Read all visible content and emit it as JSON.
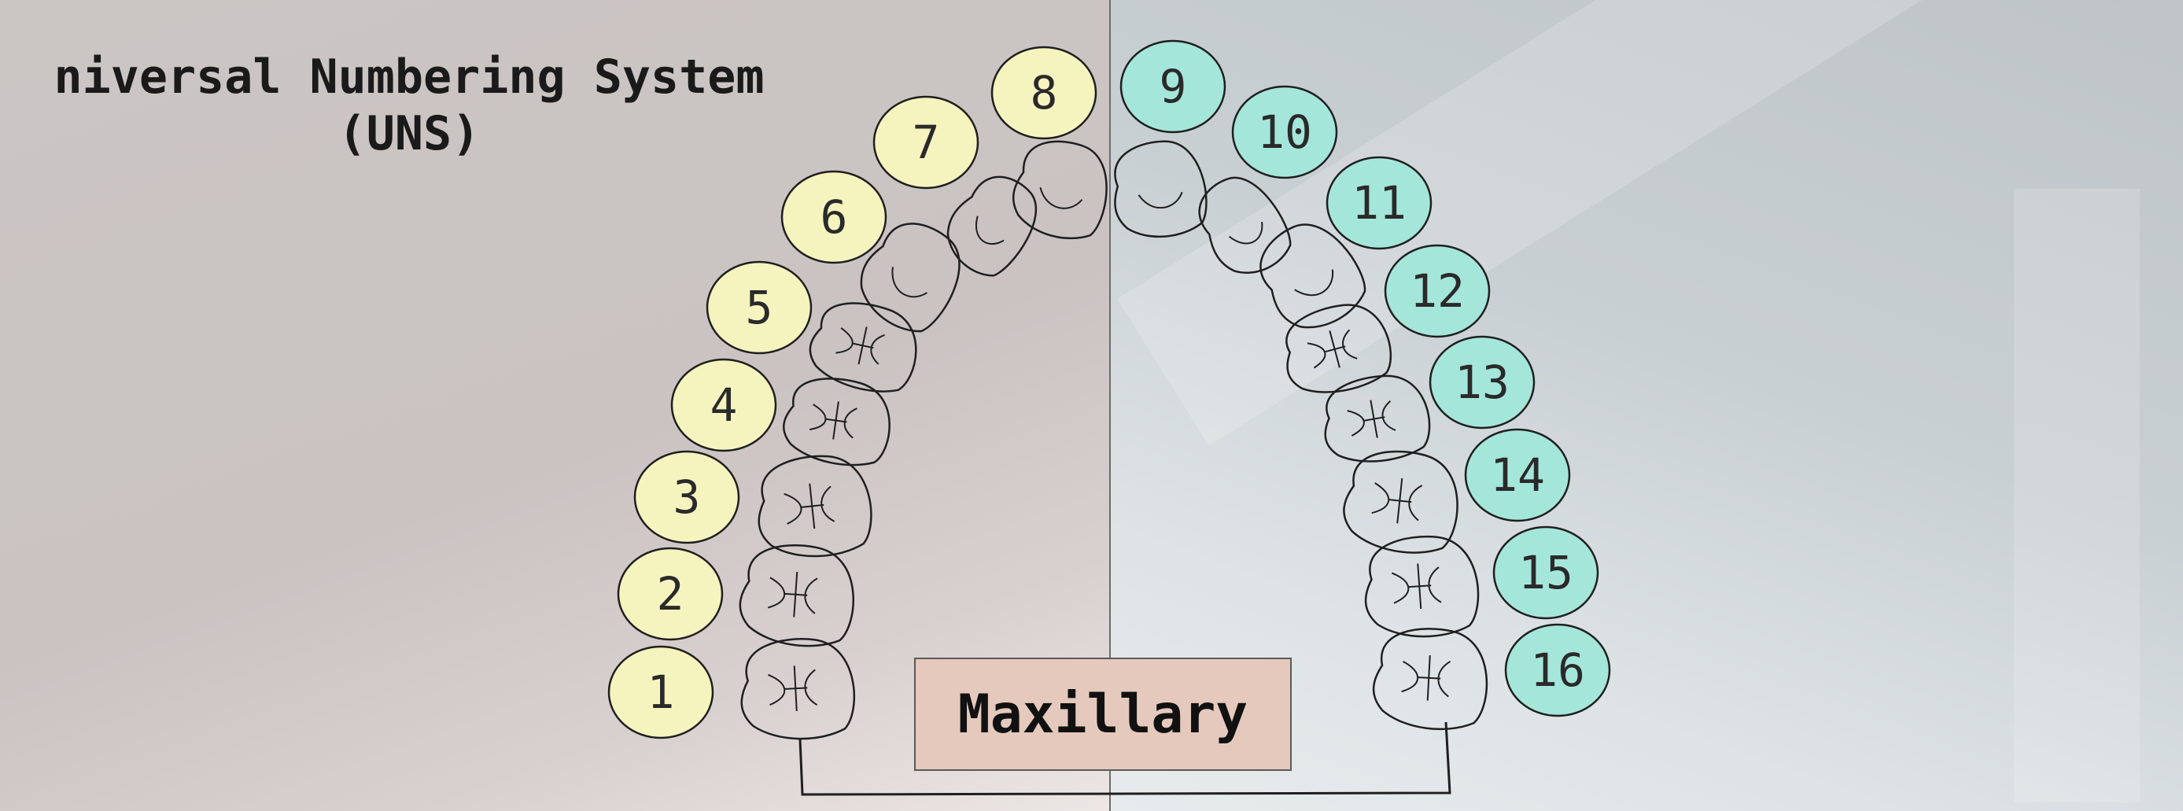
{
  "title": "niversal Numbering System\n(UNS)",
  "arch_label": "Maxillary",
  "colors": {
    "upper_right_fill": "#f6f4be",
    "upper_left_fill": "#a4e6da",
    "outline": "#1f1f1f"
  },
  "teeth": [
    {
      "number": "1",
      "quadrant": "upper-right",
      "type": "molar"
    },
    {
      "number": "2",
      "quadrant": "upper-right",
      "type": "molar"
    },
    {
      "number": "3",
      "quadrant": "upper-right",
      "type": "molar"
    },
    {
      "number": "4",
      "quadrant": "upper-right",
      "type": "premolar"
    },
    {
      "number": "5",
      "quadrant": "upper-right",
      "type": "premolar"
    },
    {
      "number": "6",
      "quadrant": "upper-right",
      "type": "canine"
    },
    {
      "number": "7",
      "quadrant": "upper-right",
      "type": "lateral-incisor"
    },
    {
      "number": "8",
      "quadrant": "upper-right",
      "type": "central-incisor"
    },
    {
      "number": "9",
      "quadrant": "upper-left",
      "type": "central-incisor"
    },
    {
      "number": "10",
      "quadrant": "upper-left",
      "type": "lateral-incisor"
    },
    {
      "number": "11",
      "quadrant": "upper-left",
      "type": "canine"
    },
    {
      "number": "12",
      "quadrant": "upper-left",
      "type": "premolar"
    },
    {
      "number": "13",
      "quadrant": "upper-left",
      "type": "premolar"
    },
    {
      "number": "14",
      "quadrant": "upper-left",
      "type": "molar"
    },
    {
      "number": "15",
      "quadrant": "upper-left",
      "type": "molar"
    },
    {
      "number": "16",
      "quadrant": "upper-left",
      "type": "molar"
    }
  ]
}
